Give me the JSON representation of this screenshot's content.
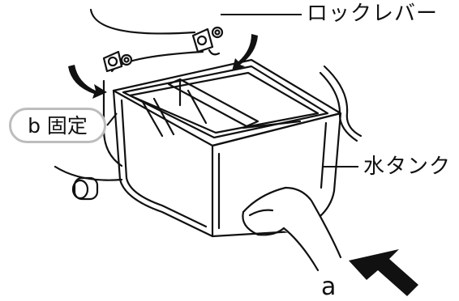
{
  "labels": {
    "lock_lever": "ロックレバー",
    "fix": "b 固定",
    "water_tank": "水タンク",
    "push": "a"
  },
  "icons": {
    "push_arrow": "arrow-up-left-icon",
    "lock_arrows": "curved-arrow-icon"
  },
  "colors": {
    "line": "#111111",
    "callout_border": "#bdbdbd"
  }
}
